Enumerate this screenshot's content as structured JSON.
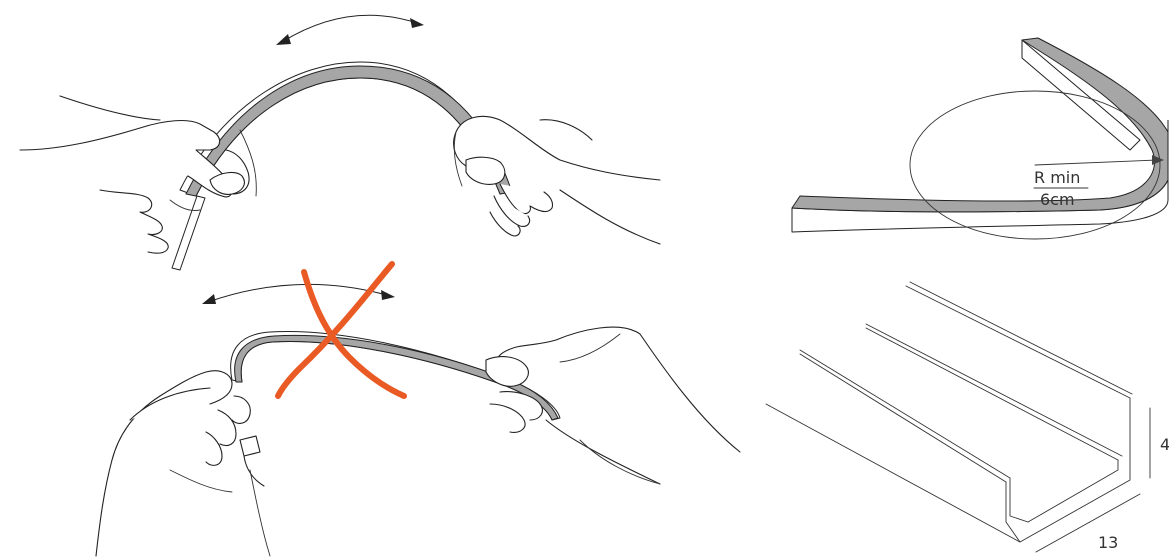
{
  "colors": {
    "strip": "#a6a6a6",
    "cross": "#ea5a24",
    "line": "#222222"
  },
  "radius_label": {
    "line1": "R min",
    "line2": "6cm"
  },
  "profile_dimensions": {
    "width": "13",
    "height": "4"
  }
}
